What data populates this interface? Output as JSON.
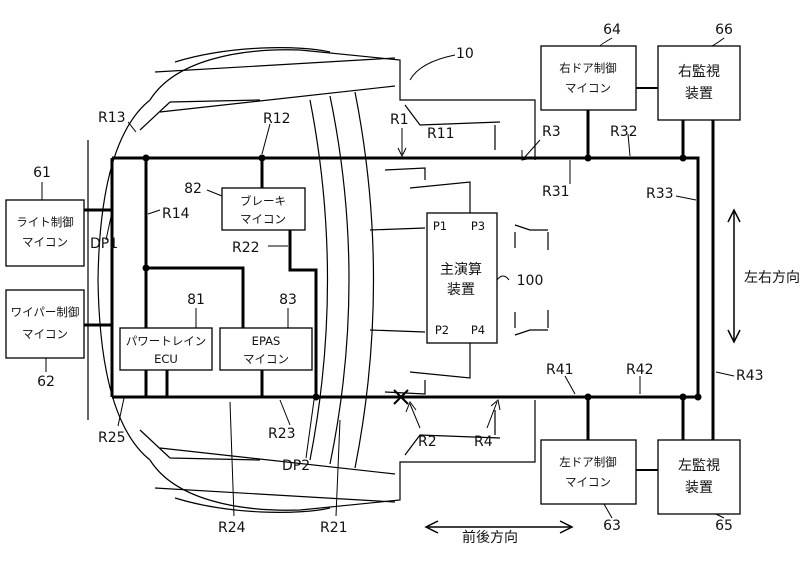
{
  "boxes": {
    "light": {
      "line1": "ライト制御",
      "line2": "マイコン",
      "num": "61"
    },
    "wiper": {
      "line1": "ワイパー制御",
      "line2": "マイコン",
      "num": "62"
    },
    "powertrain": {
      "line1": "パワートレイン",
      "line2": "ECU",
      "num": "81"
    },
    "brake": {
      "line1": "ブレーキ",
      "line2": "マイコン",
      "num": "82"
    },
    "epas": {
      "line1": "EPAS",
      "line2": "マイコン",
      "num": "83"
    },
    "main": {
      "line1": "主演算",
      "line2": "装置",
      "num": "100",
      "p1": "P1",
      "p2": "P2",
      "p3": "P3",
      "p4": "P4"
    },
    "right_door": {
      "line1": "右ドア制御",
      "line2": "マイコン",
      "num": "64"
    },
    "right_monitor": {
      "line1": "右監視",
      "line2": "装置",
      "num": "66"
    },
    "left_door": {
      "line1": "左ドア制御",
      "line2": "マイコン",
      "num": "63"
    },
    "left_monitor": {
      "line1": "左監視",
      "line2": "装置",
      "num": "65"
    }
  },
  "labels": {
    "vehicle": "10",
    "r1": "R1",
    "r2": "R2",
    "r3": "R3",
    "r4": "R4",
    "r11": "R11",
    "r12": "R12",
    "r13": "R13",
    "r14": "R14",
    "r21": "R21",
    "r22": "R22",
    "r23": "R23",
    "r24": "R24",
    "r25": "R25",
    "r31": "R31",
    "r32": "R32",
    "r33": "R33",
    "r41": "R41",
    "r42": "R42",
    "r43": "R43",
    "dp1": "DP1",
    "dp2": "DP2"
  },
  "directions": {
    "lateral": "左右方向",
    "longitudinal": "前後方向"
  }
}
